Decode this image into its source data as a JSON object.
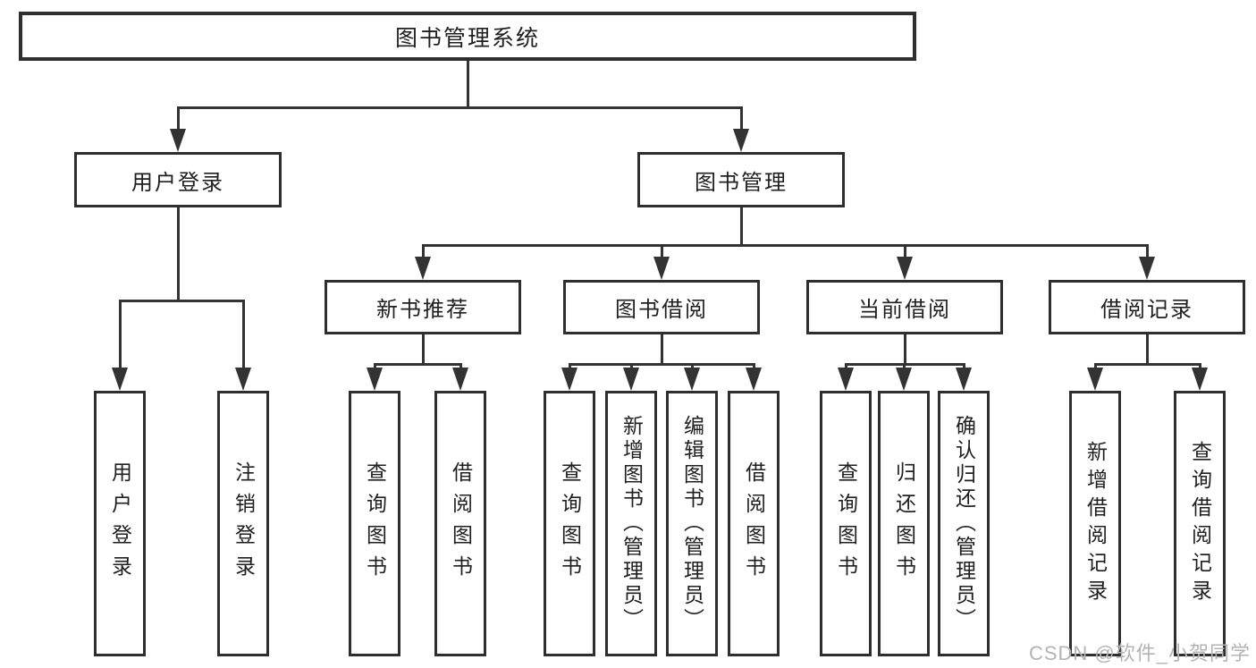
{
  "tree": {
    "root": {
      "label": "图书管理系统"
    },
    "children": [
      {
        "label": "用户登录",
        "children": [
          {
            "label": "用户登录"
          },
          {
            "label": "注销登录"
          }
        ]
      },
      {
        "label": "图书管理",
        "children": [
          {
            "label": "新书推荐",
            "children": [
              {
                "label": "查询图书"
              },
              {
                "label": "借阅图书"
              }
            ]
          },
          {
            "label": "图书借阅",
            "children": [
              {
                "label": "查询图书"
              },
              {
                "label": "新增图书（管理员）"
              },
              {
                "label": "编辑图书（管理员）"
              },
              {
                "label": "借阅图书"
              }
            ]
          },
          {
            "label": "当前借阅",
            "children": [
              {
                "label": "查询图书"
              },
              {
                "label": "归还图书"
              },
              {
                "label": "确认归还（管理员）"
              }
            ]
          },
          {
            "label": "借阅记录",
            "children": [
              {
                "label": "新增借阅记录"
              },
              {
                "label": "查询借阅记录"
              }
            ]
          }
        ]
      }
    ]
  },
  "watermark": {
    "text": "CSDN @软件_小贺同学"
  },
  "colors": {
    "line": "#333333",
    "text": "#1f1f1f",
    "background": "#ffffff",
    "watermark": "#b3b3b3"
  }
}
